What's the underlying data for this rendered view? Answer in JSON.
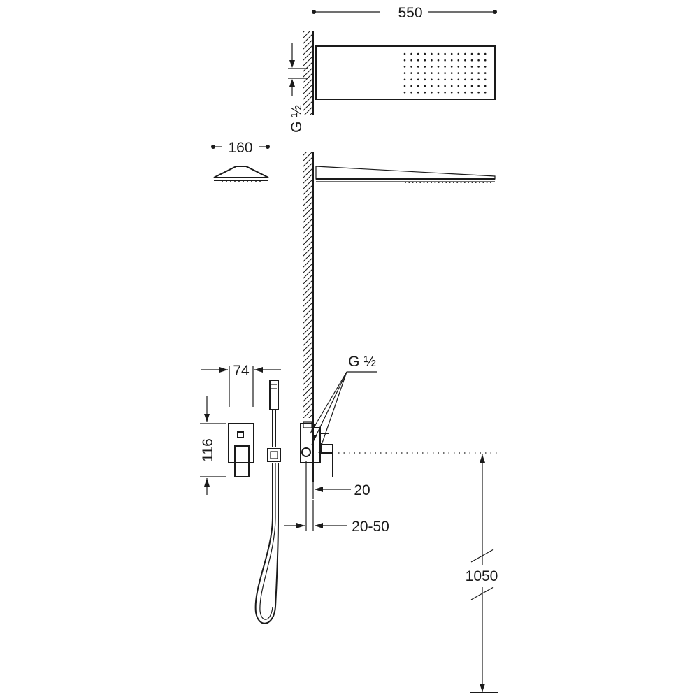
{
  "labels": {
    "top_width": "550",
    "head_inlet": "G ½",
    "side_width": "160",
    "mixer_width": "74",
    "mixer_height": "116",
    "mixer_inlet": "G ½",
    "wall_offset": "20",
    "wall_range": "20-50",
    "height": "1050"
  }
}
